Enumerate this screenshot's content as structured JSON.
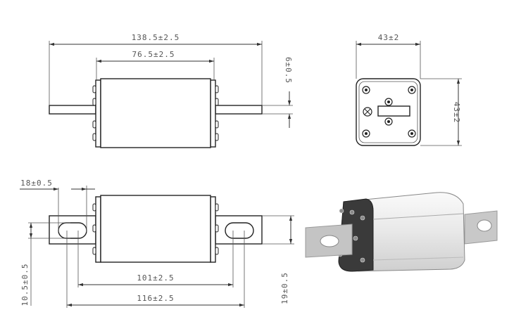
{
  "title": "Fuse dimension drawing",
  "dimensions": {
    "overall_length": "138.5±2.5",
    "body_length": "76.5±2.5",
    "blade_thickness": "6±0.5",
    "body_width_top": "43±2",
    "body_height_side": "43±2",
    "slot_length": "18±0.5",
    "slot_width": "10.5±0.5",
    "inner_hole_spacing": "101±2.5",
    "outer_hole_spacing": "116±2.5",
    "blade_width": "19±0.5"
  },
  "colors": {
    "line": "#222222",
    "dimension_text": "#555555",
    "render_body": "#e6e6e6",
    "render_end": "#3a3a3a"
  }
}
